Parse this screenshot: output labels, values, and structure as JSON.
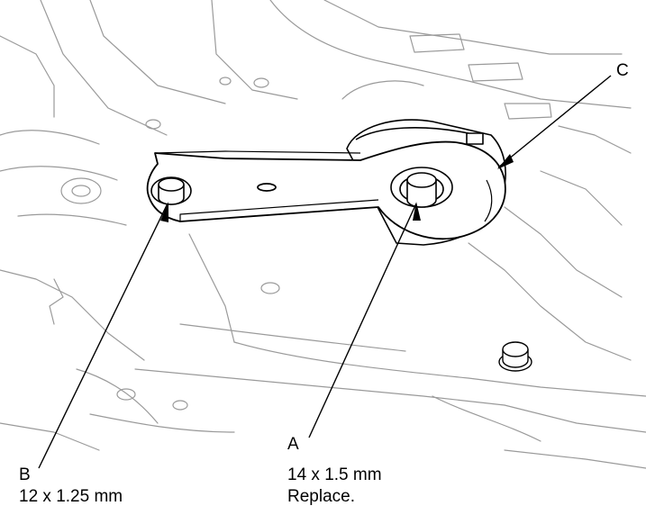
{
  "labels": {
    "a": {
      "letter": "A",
      "spec": "14 x 1.5 mm",
      "note": "Replace."
    },
    "b": {
      "letter": "B",
      "spec": "12 x 1.25 mm"
    },
    "c": {
      "letter": "C"
    }
  },
  "colors": {
    "line": "#000000",
    "background": "#ffffff"
  }
}
